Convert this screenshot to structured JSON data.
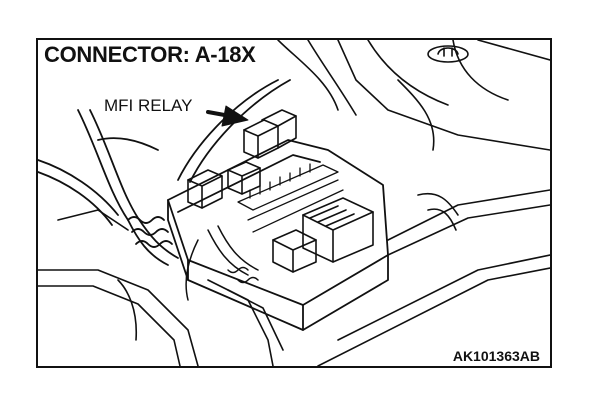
{
  "diagram": {
    "connector_label": "CONNECTOR: A-18X",
    "component_label": "MFI RELAY",
    "figure_code": "AK101363AB",
    "ink_color": "#111111",
    "paper_color": "#ffffff"
  }
}
